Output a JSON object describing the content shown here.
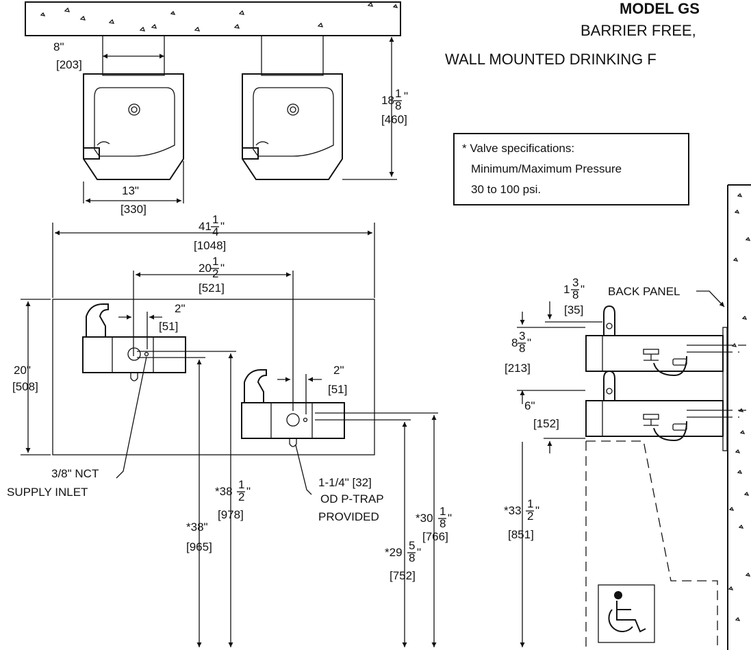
{
  "header": {
    "model": "MODEL GS",
    "line1": "BARRIER FREE,",
    "line2": "WALL MOUNTED DRINKING F"
  },
  "note": {
    "line1": "* Valve specifications:",
    "line2": "Minimum/Maximum Pressure",
    "line3": "30 to 100 psi."
  },
  "top_view": {
    "dim_8": "8\"",
    "dim_8_mm": "[203]",
    "dim_18_whole": "18",
    "dim_18_num": "1",
    "dim_18_den": "8",
    "dim_18_mm": "[460]",
    "dim_13": "13\"",
    "dim_13_mm": "[330]"
  },
  "front_view": {
    "dim_41_whole": "41",
    "dim_41_num": "1",
    "dim_41_den": "4",
    "dim_41_mm": "[1048]",
    "dim_20h_whole": "20",
    "dim_20h_num": "1",
    "dim_20h_den": "2",
    "dim_20h_mm": "[521]",
    "dim_2a": "2\"",
    "dim_2a_mm": "[51]",
    "dim_2b": "2\"",
    "dim_2b_mm": "[51]",
    "dim_20": "20\"",
    "dim_20_mm": "[508]",
    "supply_1": "3/8\" NCT",
    "supply_2": "SUPPLY INLET",
    "ptrap_1": "1-1/4\" [32]",
    "ptrap_2": "OD P-TRAP",
    "ptrap_3": "PROVIDED",
    "dim_38": "*38\"",
    "dim_38_mm": "[965]",
    "dim_38h_whole": "*38",
    "dim_38h_num": "1",
    "dim_38h_den": "2",
    "dim_38h_mm": "[978]",
    "dim_29_whole": "*29",
    "dim_29_num": "5",
    "dim_29_den": "8",
    "dim_29_mm": "[752]",
    "dim_30_whole": "*30",
    "dim_30_num": "1",
    "dim_30_den": "8",
    "dim_30_mm": "[766]"
  },
  "side_view": {
    "back_panel": "BACK PANEL",
    "dim_1_whole": "1",
    "dim_1_num": "3",
    "dim_1_den": "8",
    "dim_1_mm": "[35]",
    "dim_8_whole": "8",
    "dim_8_num": "3",
    "dim_8_den": "8",
    "dim_8_mm": "[213]",
    "dim_6": "6\"",
    "dim_6_mm": "[152]",
    "dim_33_whole": "*33",
    "dim_33_num": "1",
    "dim_33_den": "2",
    "dim_33_mm": "[851]"
  },
  "icons": [
    "wheelchair-accessibility-icon"
  ]
}
